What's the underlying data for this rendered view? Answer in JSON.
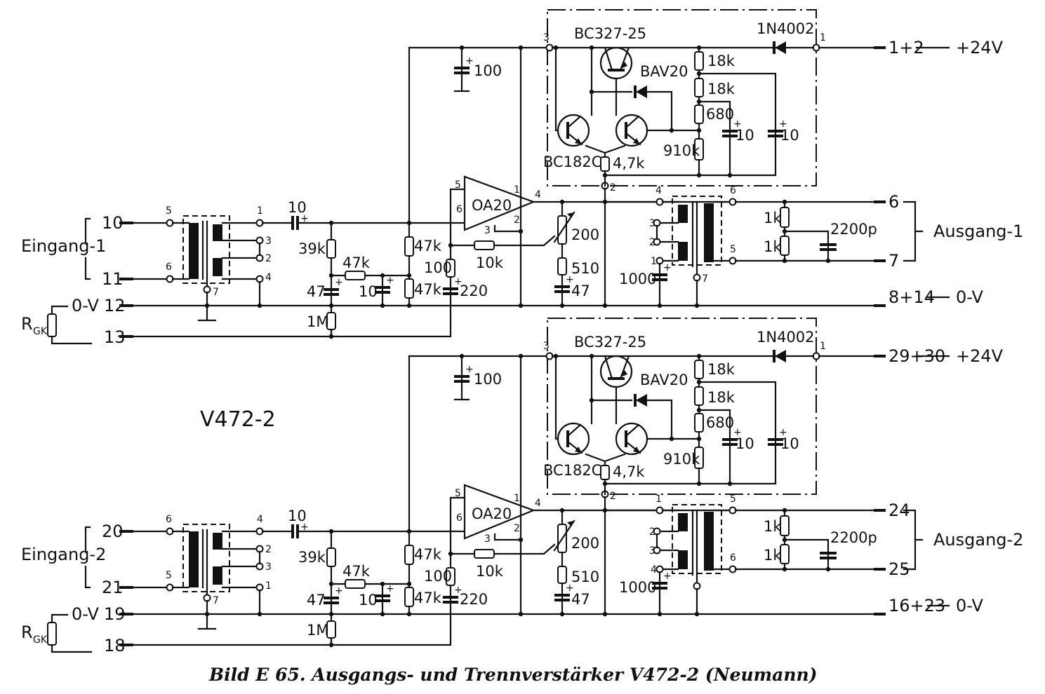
{
  "caption": "Bild E 65.  Ausgangs- und Trennverstärker V472-2 (Neumann)",
  "model_label": "V472-2",
  "channels": [
    {
      "input": {
        "label": "Eingang-1",
        "pins": [
          "10",
          "11"
        ],
        "gnd_pin": "12",
        "gnd_label": "0-V",
        "rgk_pin": "13",
        "rgk_label": "R",
        "rgk_sub": "GK"
      },
      "input_transformer": {
        "primary_pins": [
          "5",
          "6"
        ],
        "secondary_pins": [
          "1",
          "3",
          "2",
          "4"
        ],
        "shield_pin": "7"
      },
      "coupling_cap": "10",
      "bias": {
        "r_in": "39k",
        "r_series": "47k",
        "c_a": "47",
        "c_b": "10",
        "r_div_top": "47k",
        "r_div_bot": "47k",
        "r_gnd": "1M",
        "c_supply": "100"
      },
      "opamp": {
        "name": "OA20",
        "pins": [
          "5",
          "6",
          "1",
          "4",
          "2",
          "3"
        ]
      },
      "feedback": {
        "r_fb": "10k",
        "r_100": "100",
        "c_220": "220",
        "pot": "200",
        "r_510": "510",
        "c_47": "47"
      },
      "regulator": {
        "pnp": "BC327-25",
        "npn": "BC182C",
        "diode": "BAV20",
        "rect": "1N4002",
        "r1": "18k",
        "r2": "18k",
        "r3": "680",
        "r4": "910k",
        "r5": "4,7k",
        "c1": "10",
        "c2": "10",
        "pins": [
          "3",
          "1",
          "2"
        ]
      },
      "output_transformer": {
        "primary_pins": [
          "4",
          "3",
          "2",
          "1"
        ],
        "secondary_pins": [
          "6",
          "5"
        ],
        "shield_pin": "7",
        "c_1000": "1000"
      },
      "output": {
        "label": "Ausgang-1",
        "pins": [
          "6",
          "7"
        ],
        "r_a": "1k",
        "r_b": "1k",
        "c": "2200p"
      },
      "supply": {
        "pos_pins": "1+2",
        "pos_label": "+24V",
        "gnd_pins": "8+14",
        "gnd_label": "0-V"
      }
    },
    {
      "input": {
        "label": "Eingang-2",
        "pins": [
          "20",
          "21"
        ],
        "gnd_pin": "19",
        "gnd_label": "0-V",
        "rgk_pin": "18",
        "rgk_label": "R",
        "rgk_sub": "GK"
      },
      "input_transformer": {
        "primary_pins": [
          "6",
          "5"
        ],
        "secondary_pins": [
          "4",
          "2",
          "3",
          "1"
        ],
        "shield_pin": "7"
      },
      "coupling_cap": "10",
      "bias": {
        "r_in": "39k",
        "r_series": "47k",
        "c_a": "47",
        "c_b": "10",
        "r_div_top": "47k",
        "r_div_bot": "47k",
        "r_gnd": "1M",
        "c_supply": "100"
      },
      "opamp": {
        "name": "OA20",
        "pins": [
          "5",
          "6",
          "1",
          "4",
          "2",
          "3"
        ]
      },
      "feedback": {
        "r_fb": "10k",
        "r_100": "100",
        "c_220": "220",
        "pot": "200",
        "r_510": "510",
        "c_47": "47"
      },
      "regulator": {
        "pnp": "BC327-25",
        "npn": "BC182C",
        "diode": "BAV20",
        "rect": "1N4002",
        "r1": "18k",
        "r2": "18k",
        "r3": "680",
        "r4": "910k",
        "r5": "4,7k",
        "c1": "10",
        "c2": "10",
        "pins": [
          "3",
          "1",
          "2"
        ]
      },
      "output_transformer": {
        "primary_pins": [
          "1",
          "2",
          "3",
          "4"
        ],
        "secondary_pins": [
          "5",
          "6"
        ],
        "shield_pin": "",
        "c_1000": "1000"
      },
      "output": {
        "label": "Ausgang-2",
        "pins": [
          "24",
          "25"
        ],
        "r_a": "1k",
        "r_b": "1k",
        "c": "2200p"
      },
      "supply": {
        "pos_pins": "29+30",
        "pos_label": "+24V",
        "gnd_pins": "16+23",
        "gnd_label": "0-V"
      }
    }
  ]
}
